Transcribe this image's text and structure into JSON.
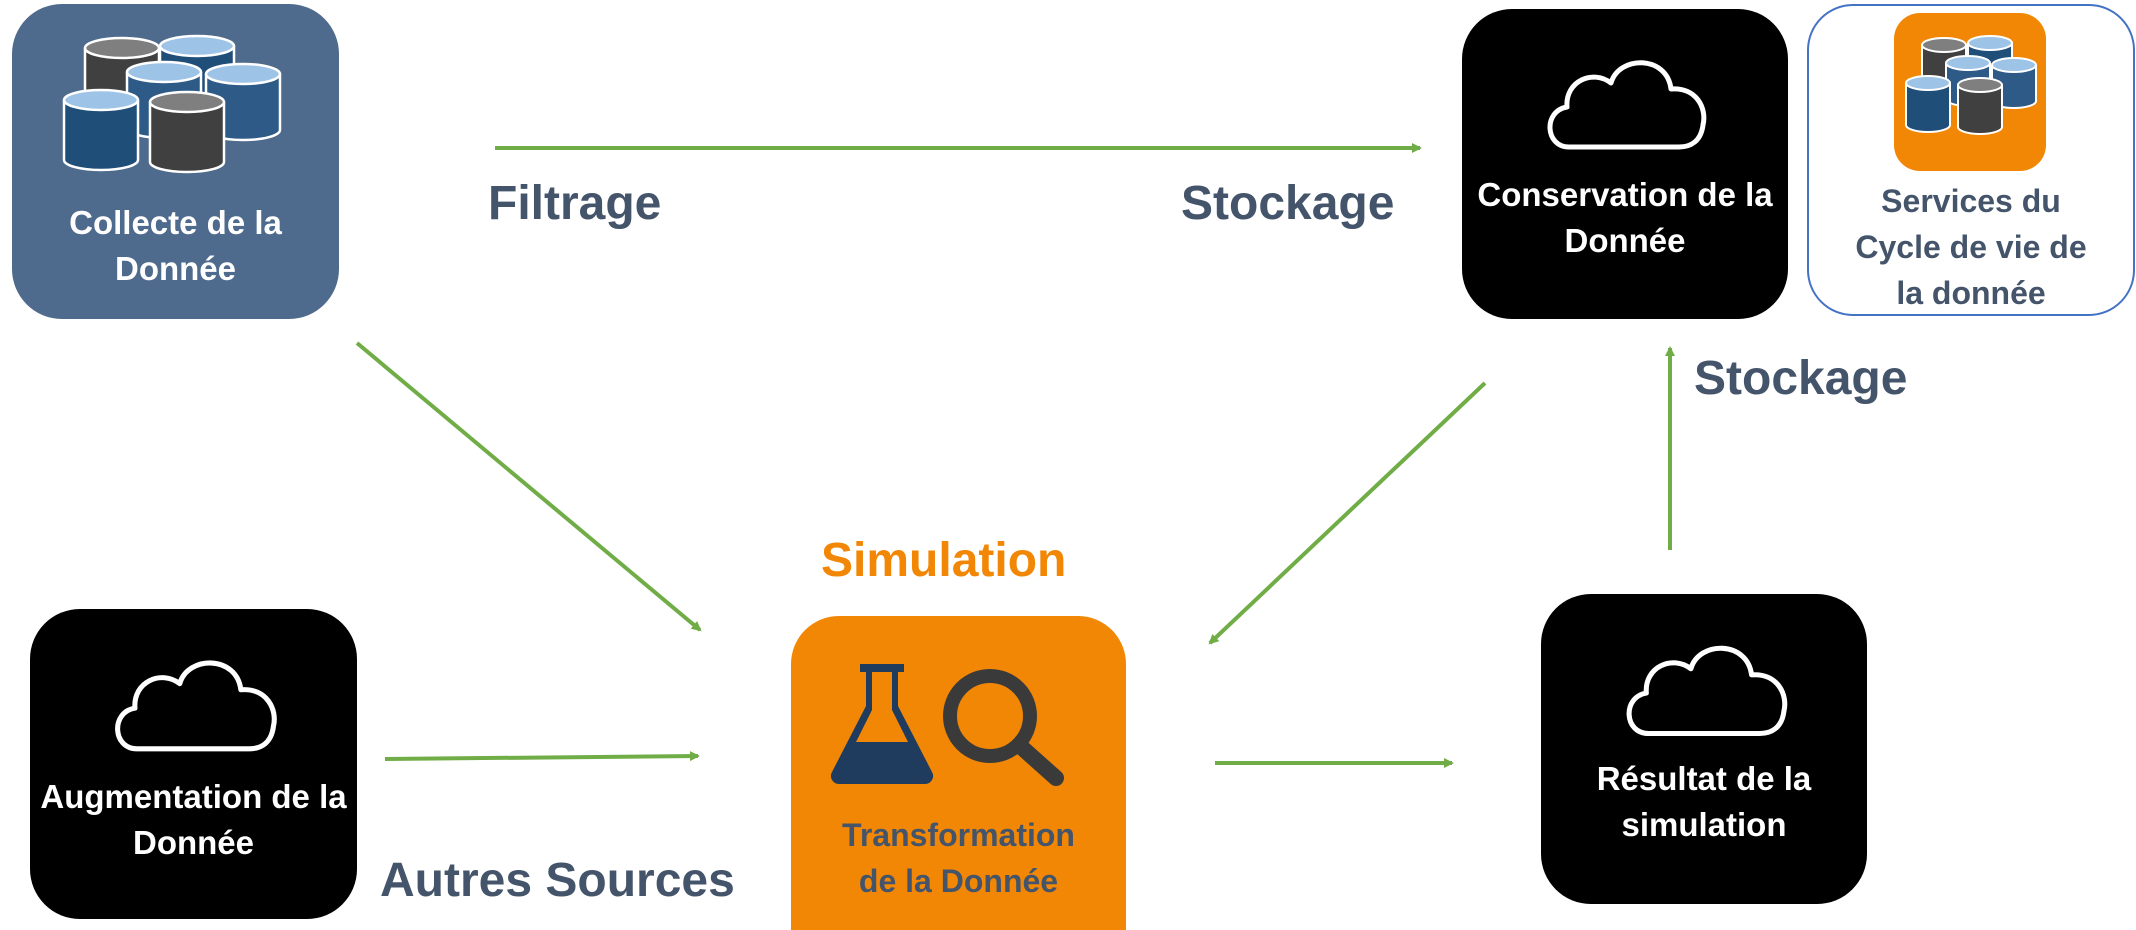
{
  "colors": {
    "arrow": "#70ad47",
    "label": "#44546a",
    "orange": "#f28705",
    "slate": "#4e6a8c",
    "black": "#000000",
    "service_border": "#4472c4",
    "service_text": "#44546a",
    "flask": "#1f3b5e",
    "magnifier": "#3a3a3a"
  },
  "nodes": {
    "collecte": {
      "label": "Collecte de la\nDonnée",
      "icon": "database-stack-icon"
    },
    "conservation": {
      "label": "Conservation de la\nDonnée",
      "icon": "cloud-icon"
    },
    "services": {
      "label": "Services du\nCycle de vie de\nla donnée",
      "icon": "database-stack-icon"
    },
    "augmentation": {
      "label": "Augmentation de la\nDonnée",
      "icon": "cloud-icon"
    },
    "transformation": {
      "label": "Transformation\nde la Donnée",
      "icon": "flask-magnifier-icon"
    },
    "resultat": {
      "label": "Résultat de la\nsimulation",
      "icon": "cloud-icon"
    }
  },
  "edge_labels": {
    "filtrage": "Filtrage",
    "stockage_top": "Stockage",
    "stockage_right": "Stockage",
    "simulation": "Simulation",
    "autres_sources": "Autres Sources"
  }
}
